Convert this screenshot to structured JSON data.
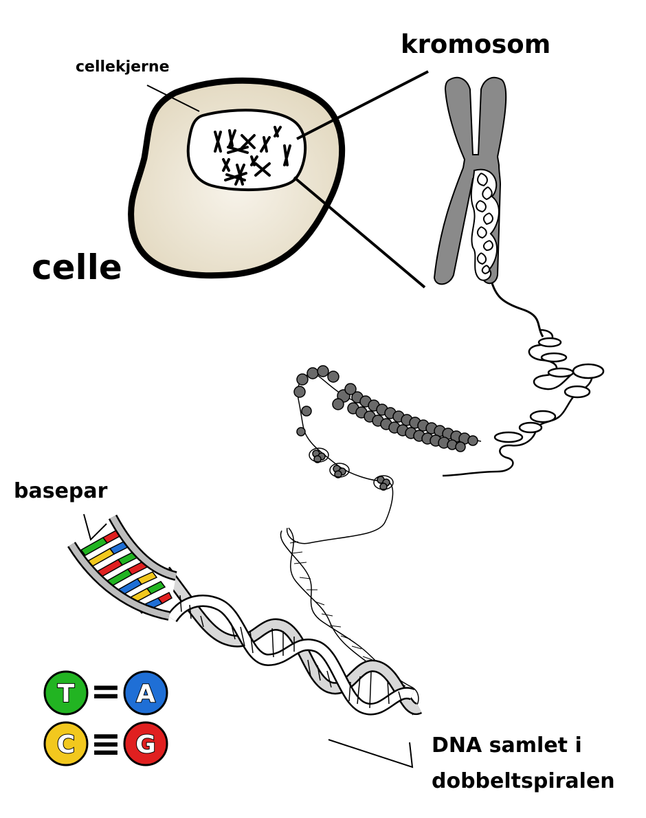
{
  "labels": {
    "nucleus": "cellekjerne",
    "cell": "celle",
    "chromosome": "kromosom",
    "base_pair": "basepar",
    "dna_line1": "DNA samlet i",
    "dna_line2": "dobbeltspiralen"
  },
  "base_pairs": [
    {
      "left": "T",
      "bond": "=",
      "right": "A",
      "left_color": "#22b422",
      "right_color": "#1f6fd6"
    },
    {
      "left": "C",
      "bond": "≡",
      "right": "G",
      "left_color": "#f2c81e",
      "right_color": "#e02020"
    }
  ],
  "colors": {
    "cell_fill": "#eae2cf",
    "chromosome": "#8a8a8a",
    "rung_green": "#22b422",
    "rung_red": "#e02020",
    "rung_blue": "#1f6fd6",
    "rung_yellow": "#f2c81e"
  }
}
